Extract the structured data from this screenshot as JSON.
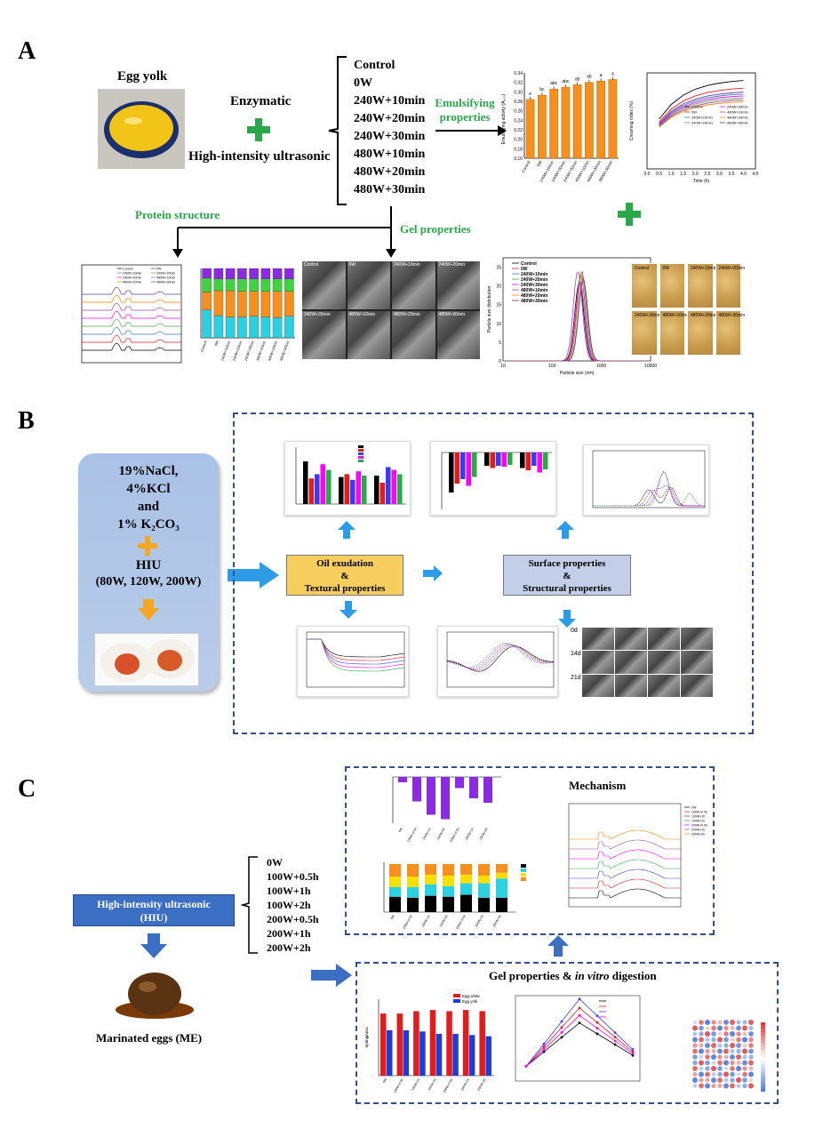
{
  "panels": {
    "a": "A",
    "b": "B",
    "c": "C"
  },
  "panel_a": {
    "egg_yolk": "Egg yolk",
    "enzymatic": "Enzymatic",
    "ultrasonic": "High-intensity ultrasonic",
    "conditions": [
      "Control",
      "0W",
      "240W+10min",
      "240W+20min",
      "240W+30min",
      "480W+10min",
      "480W+20min",
      "480W+30min"
    ],
    "emulsifying": "Emulsifying properties",
    "protein_structure": "Protein structure",
    "gel_properties": "Gel properties"
  },
  "panel_b": {
    "salt_line1": "19%NaCl,",
    "salt_line2": "4%KCl",
    "salt_line3": "and",
    "salt_line4": "1% K₂CO₃",
    "hiu": "HIU",
    "hiu_powers": "(80W, 120W, 200W)",
    "oil_exudation": "Oil exudation",
    "amp1": "&",
    "textural": "Textural properties",
    "surface": "Surface properties",
    "amp2": "&",
    "structural": "Structural properties"
  },
  "panel_c": {
    "hiu_line1": "High-intensity ultrasonic",
    "hiu_line2": "(HIU)",
    "conditions": [
      "0W",
      "100W+0.5h",
      "100W+1h",
      "100W+2h",
      "200W+0.5h",
      "200W+1h",
      "200W+2h"
    ],
    "marinated": "Marinated eggs (ME)",
    "mechanism": "Mechanism",
    "gel_title_a": "Gel properties & ",
    "gel_title_b": "in vitro",
    "gel_title_c": " digestion"
  },
  "colors": {
    "green": "#2aa84a",
    "blue_box": "#3b6fc4",
    "orange_bar": "#f5901e",
    "purple_bar": "#8a2be2",
    "dash_border": "#2f4f8f",
    "arrow_blue": "#2e9be6"
  },
  "chart_data": [
    {
      "type": "bar",
      "ylabel": "Emulsifying activity (A₅₀₀)",
      "categories": [
        "Control",
        "0W",
        "240W+10min",
        "240W+20min",
        "240W+30min",
        "480W+10min",
        "480W+20min",
        "480W+30min"
      ],
      "values": [
        0.284,
        0.293,
        0.306,
        0.31,
        0.315,
        0.32,
        0.323,
        0.326
      ],
      "letters": [
        "e",
        "bc",
        "abc",
        "abc",
        "ab",
        "ab",
        "a",
        "a"
      ],
      "yticks": [
        "0.34",
        "0.32",
        "0.30",
        "0.28",
        "0.26",
        "0.24",
        "0.22",
        "0.20",
        "0.18",
        "0.16"
      ],
      "ylim": [
        0.16,
        0.34
      ]
    },
    {
      "type": "line",
      "xlabel": "Time (h)",
      "ylabel": "Creaming index (%)",
      "x": [
        0.5,
        1.0,
        1.5,
        2.0,
        2.5,
        3.0,
        3.5,
        4.0
      ],
      "xticks": [
        "0.0",
        "0.5",
        "1.0",
        "1.5",
        "2.0",
        "2.5",
        "3.0",
        "3.5",
        "4.0",
        "4.5"
      ],
      "legend": [
        "Control",
        "0W",
        "240W+10min",
        "240W+20min",
        "240W+30min",
        "480W+10min",
        "480W+20min",
        "480W+30min"
      ]
    },
    {
      "type": "line",
      "xlabel": "Particle size (nm)",
      "ylabel": "Particle size distribution",
      "xticks": [
        "10",
        "100",
        "1000",
        "10000"
      ],
      "yticks": [
        "0",
        "5",
        "10",
        "15",
        "20",
        "25"
      ],
      "legend": [
        "Control",
        "0W",
        "240W+10min",
        "240W+20min",
        "240W+30min",
        "480W+10min",
        "480W+20min",
        "480W+30min"
      ]
    },
    {
      "type": "bar",
      "ylabel": "Springiness",
      "legend": [
        "Egg white",
        "Egg yolk"
      ],
      "categories": [
        "0W",
        "100W+0.5h",
        "100W+1h",
        "100W+2h",
        "200W+0.5h",
        "200W+1h",
        "200W+2h"
      ],
      "series": [
        {
          "name": "Egg white",
          "values": [
            2.6,
            2.6,
            2.7,
            2.75,
            2.7,
            2.75,
            2.7
          ]
        },
        {
          "name": "Egg yolk",
          "values": [
            1.9,
            1.9,
            1.85,
            1.75,
            1.75,
            1.7,
            1.65
          ]
        }
      ]
    }
  ],
  "sem_labels": [
    "Control",
    "0W",
    "240W+10min",
    "240W+20min",
    "240W+30min",
    "480W+10min",
    "480W+20min",
    "480W+30min"
  ],
  "micro_labels": [
    "Control",
    "0W",
    "240W+10min",
    "240W+20min",
    "240W+30min",
    "480W+10min",
    "480W+20min",
    "480W+30min"
  ],
  "sem_b_labels": [
    "0d",
    "14d",
    "21d"
  ]
}
